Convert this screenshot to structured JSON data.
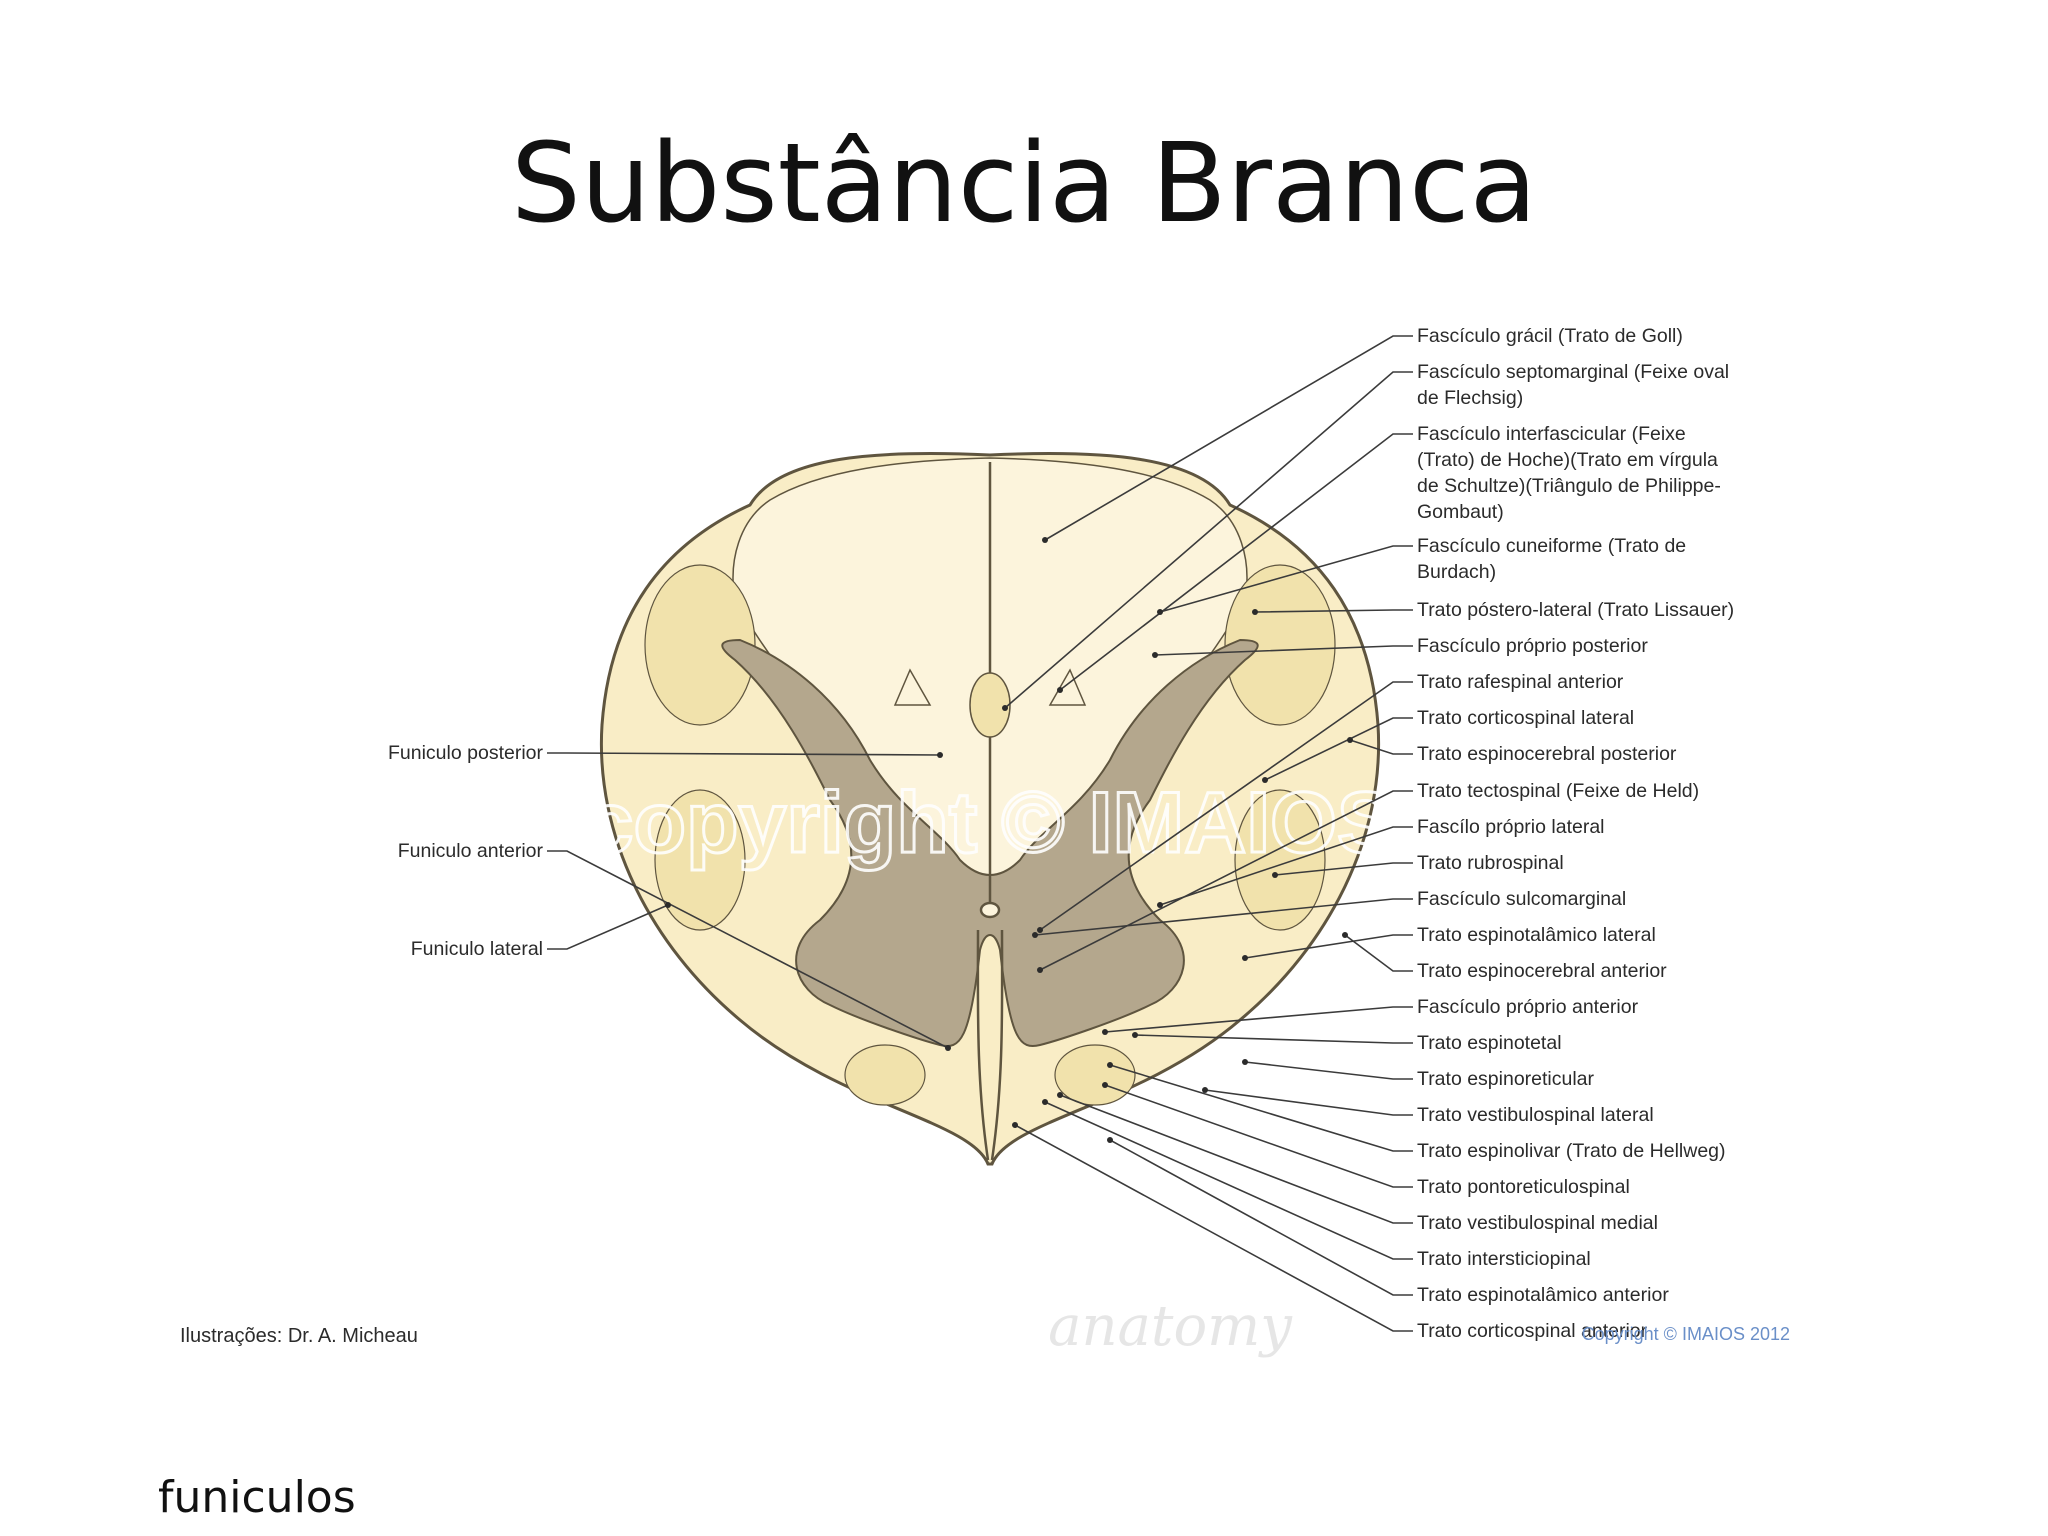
{
  "slide": {
    "title": "Substância Branca",
    "footer_note": "funiculos"
  },
  "diagram": {
    "credit": "Ilustrações: Dr. A. Micheau",
    "copyright_watermark": "copyright © IMAIOS",
    "copyright_footer": "Copyright © IMAIOS 2012",
    "logo_text": "anatomy",
    "colors": {
      "white_matter": "#f9edc6",
      "white_matter_light": "#fcf4dc",
      "grey_matter": "#b4a78d",
      "outline": "#5f553f",
      "tract_regions": "#f1e2ac"
    },
    "left_labels": [
      {
        "text": "Funiculo posterior"
      },
      {
        "text": "Funiculo anterior"
      },
      {
        "text": "Funiculo lateral"
      }
    ],
    "right_labels": [
      {
        "lines": [
          "Fascículo grácil (Trato de Goll)"
        ]
      },
      {
        "lines": [
          "Fascículo septomarginal (Feixe oval",
          "de Flechsig)"
        ]
      },
      {
        "lines": [
          "Fascículo interfascicular (Feixe",
          "(Trato) de Hoche)(Trato em vírgula",
          "de Schultze)(Triângulo de Philippe-",
          "Gombaut)"
        ]
      },
      {
        "lines": [
          "Fascículo cuneiforme (Trato de",
          "Burdach)"
        ]
      },
      {
        "lines": [
          "Trato póstero-lateral (Trato Lissauer)"
        ]
      },
      {
        "lines": [
          "Fascículo próprio posterior"
        ]
      },
      {
        "lines": [
          "Trato rafespinal anterior"
        ]
      },
      {
        "lines": [
          "Trato corticospinal lateral"
        ]
      },
      {
        "lines": [
          "Trato espinocerebral posterior"
        ]
      },
      {
        "lines": [
          "Trato tectospinal (Feixe de Held)"
        ]
      },
      {
        "lines": [
          "Fascílo próprio lateral"
        ]
      },
      {
        "lines": [
          "Trato rubrospinal"
        ]
      },
      {
        "lines": [
          "Fascículo sulcomarginal"
        ]
      },
      {
        "lines": [
          "Trato espinotalâmico lateral"
        ]
      },
      {
        "lines": [
          "Trato espinocerebral anterior"
        ]
      },
      {
        "lines": [
          "Fascículo próprio anterior"
        ]
      },
      {
        "lines": [
          "Trato espinotetal"
        ]
      },
      {
        "lines": [
          "Trato espinoreticular"
        ]
      },
      {
        "lines": [
          "Trato vestibulospinal lateral"
        ]
      },
      {
        "lines": [
          "Trato espinolivar (Trato de Hellweg)"
        ]
      },
      {
        "lines": [
          "Trato pontoreticulospinal"
        ]
      },
      {
        "lines": [
          "Trato vestibulospinal medial"
        ]
      },
      {
        "lines": [
          "Trato intersticiopinal"
        ]
      },
      {
        "lines": [
          "Trato espinotalâmico anterior"
        ]
      },
      {
        "lines": [
          "Trato corticospinal anterior"
        ]
      }
    ]
  }
}
